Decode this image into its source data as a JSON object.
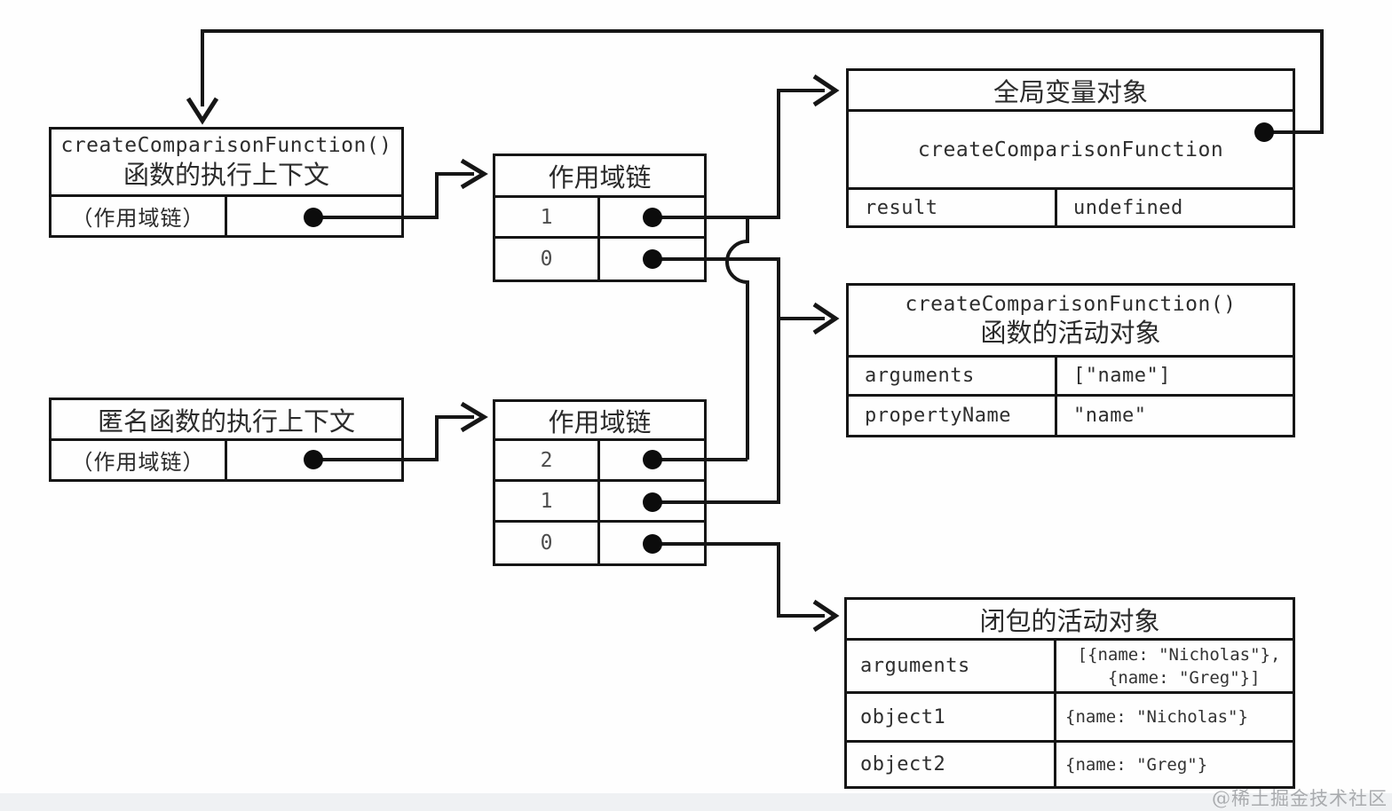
{
  "boxes": {
    "cc_context": {
      "title_code": "createComparisonFunction()",
      "title_cn": "函数的执行上下文",
      "slot_label": "（作用域链）"
    },
    "scope_chain_a": {
      "header": "作用域链",
      "rows": [
        "1",
        "0"
      ]
    },
    "global_object": {
      "header": "全局变量对象",
      "fn_name": "createComparisonFunction",
      "rows": [
        {
          "key": "result",
          "value": "undefined"
        }
      ]
    },
    "cc_activation": {
      "title_code": "createComparisonFunction()",
      "title_cn": "函数的活动对象",
      "rows": [
        {
          "key": "arguments",
          "value": "[\"name\"]"
        },
        {
          "key": "propertyName",
          "value": "\"name\""
        }
      ]
    },
    "anon_context": {
      "title_cn": "匿名函数的执行上下文",
      "slot_label": "（作用域链）"
    },
    "scope_chain_b": {
      "header": "作用域链",
      "rows": [
        "2",
        "1",
        "0"
      ]
    },
    "closure_activation": {
      "header": "闭包的活动对象",
      "rows": [
        {
          "key": "arguments",
          "value_line1": "[{name: \"Nicholas\"},",
          "value_line2": " {name: \"Greg\"}]"
        },
        {
          "key": "object1",
          "value": "{name: \"Nicholas\"}"
        },
        {
          "key": "object2",
          "value": "{name: \"Greg\"}"
        }
      ]
    }
  },
  "watermark": "@稀土掘金技术社区",
  "colors": {
    "background": "#fefefe",
    "line": "#161616",
    "text": "#2b2b2b",
    "muted_number": "#4c4c4c",
    "watermark": "#a9abae"
  }
}
